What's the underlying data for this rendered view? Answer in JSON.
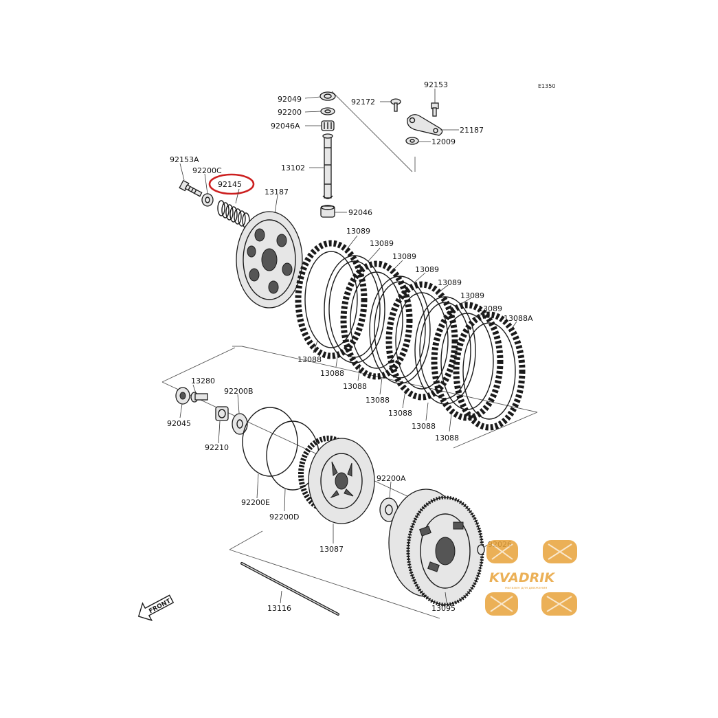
{
  "diagram_code": "E1350",
  "front_label": "FRONT",
  "highlight_color": "#cc1f1f",
  "watermark": {
    "brand": "KVADRIK",
    "tagline": "магазин для движения",
    "color": "#e8a33a"
  },
  "labels": {
    "p92049": "92049",
    "p92200": "92200",
    "p92046A": "92046A",
    "p13102": "13102",
    "p92046": "92046",
    "p92172": "92172",
    "p92153": "92153",
    "p21187": "21187",
    "p12009": "12009",
    "p92153A": "92153A",
    "p92200C": "92200C",
    "p92145": "92145",
    "p13187": "13187",
    "p13089_1": "13089",
    "p13089_2": "13089",
    "p13089_3": "13089",
    "p13089_4": "13089",
    "p13089_5": "13089",
    "p13089_6": "13089",
    "p13089_7": "13089",
    "p13088A": "13088A",
    "p13088_1": "13088",
    "p13088_2": "13088",
    "p13088_3": "13088",
    "p13088_4": "13088",
    "p13088_5": "13088",
    "p13088_6": "13088",
    "p13088_7": "13088",
    "p13280": "13280",
    "p92045": "92045",
    "p92200B": "92200B",
    "p92210": "92210",
    "p92200E": "92200E",
    "p92200D": "92200D",
    "p13087": "13087",
    "p92200A": "92200A",
    "p92026": "92026",
    "p13095": "13095",
    "p13116": "13116"
  }
}
